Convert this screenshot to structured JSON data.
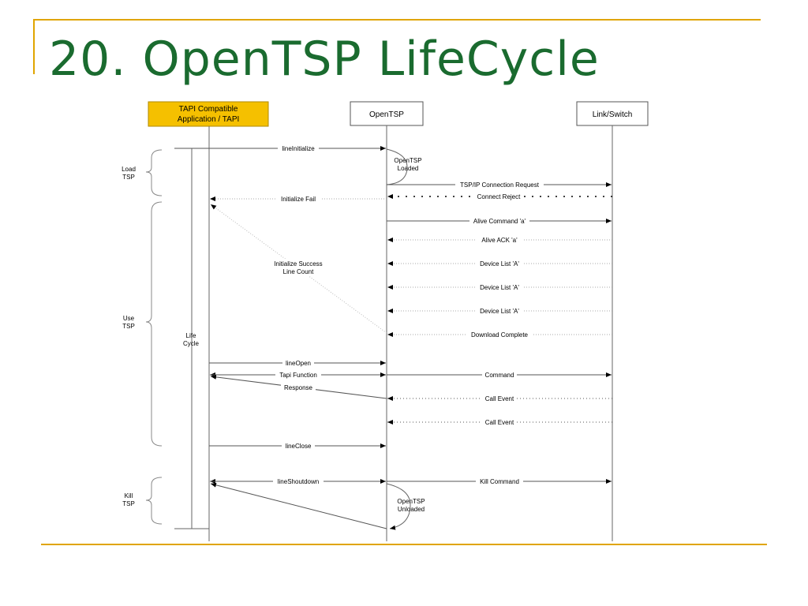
{
  "slide": {
    "title": "20. OpenTSP LifeCycle",
    "accent_color": "#e0a500",
    "title_color": "#1a6b2f"
  },
  "participants": {
    "tapi": [
      "TAPI Compatible",
      "Application / TAPI"
    ],
    "opentsp": "OpenTSP",
    "link": "Link/Switch",
    "tapi_fill": "#f5c000"
  },
  "phases": {
    "load": [
      "Load",
      "TSP"
    ],
    "use": [
      "Use",
      "TSP"
    ],
    "kill": [
      "Kill",
      "TSP"
    ],
    "lifecycle": [
      "Life",
      "Cycle"
    ]
  },
  "notes": {
    "loaded": [
      "OpenTSP",
      "Loaded"
    ],
    "unloaded": [
      "OpenTSP",
      "Unloaded"
    ]
  },
  "messages": {
    "lineInitialize": "lineInitialize",
    "tcpRequest": "TSP/IP Connection Request",
    "connectReject": "Connect Reject",
    "initFail": "Initialize Fail",
    "aliveCmd": "Alive Command 'a'",
    "aliveAck": "Alive ACK 'a'",
    "deviceList1": "Device List 'A'",
    "deviceList2": "Device List 'A'",
    "deviceList3": "Device List 'A'",
    "initSuccess": [
      "Initialize Success",
      "Line Count"
    ],
    "downloadComplete": "Download Complete",
    "lineOpen": "lineOpen",
    "tapiFunction": "Tapi Function",
    "command": "Command",
    "response": "Response",
    "callEvent1": "Call Event",
    "callEvent2": "Call Event",
    "lineClose": "lineClose",
    "lineShutdown": "lineShoutdown",
    "killCommand": "Kill Command"
  }
}
